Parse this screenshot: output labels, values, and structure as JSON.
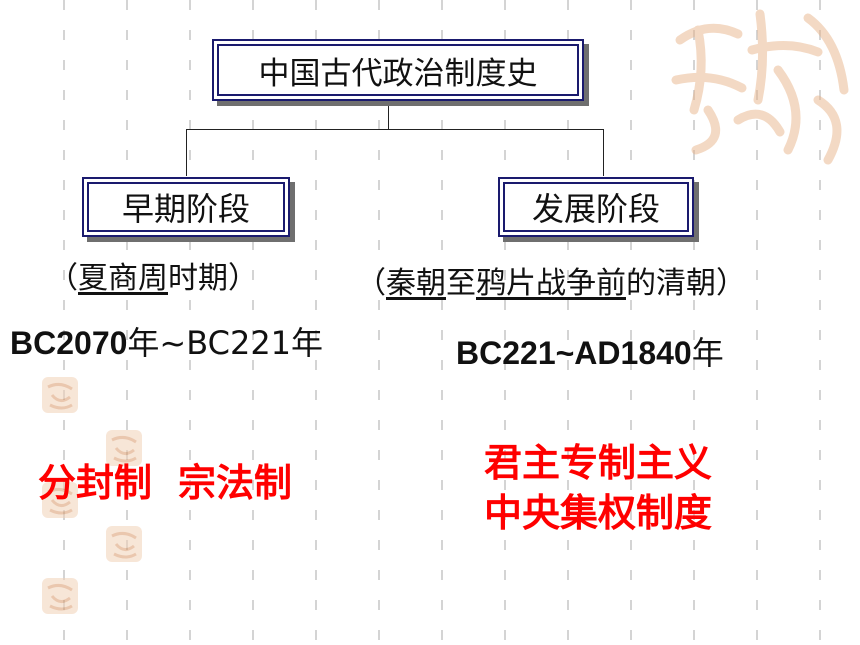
{
  "title": "中国古代政治制度史",
  "early": {
    "label": "早期阶段",
    "period_open": "（",
    "period_underlined": "夏商周",
    "period_rest": "时期）",
    "years_a": "BC2070",
    "years_b": "年~BC221",
    "years_c": "年",
    "system_1": "分封制",
    "system_2": "宗法制"
  },
  "development": {
    "label": "发展阶段",
    "period_open": "（",
    "period_u1": "秦朝",
    "period_mid": "至",
    "period_u2": "鸦片战争前",
    "period_rest": "的清朝）",
    "years_a": "BC221~AD1840",
    "years_b": "年",
    "system_line1": "君主专制主义",
    "system_line2": "中央集权制度"
  },
  "colors": {
    "box_border": "#1a1a6e",
    "highlight": "#ff0000",
    "seal": "#e8b48a"
  },
  "decor": {
    "seal_icon": "auspicious-seal-watermark"
  }
}
